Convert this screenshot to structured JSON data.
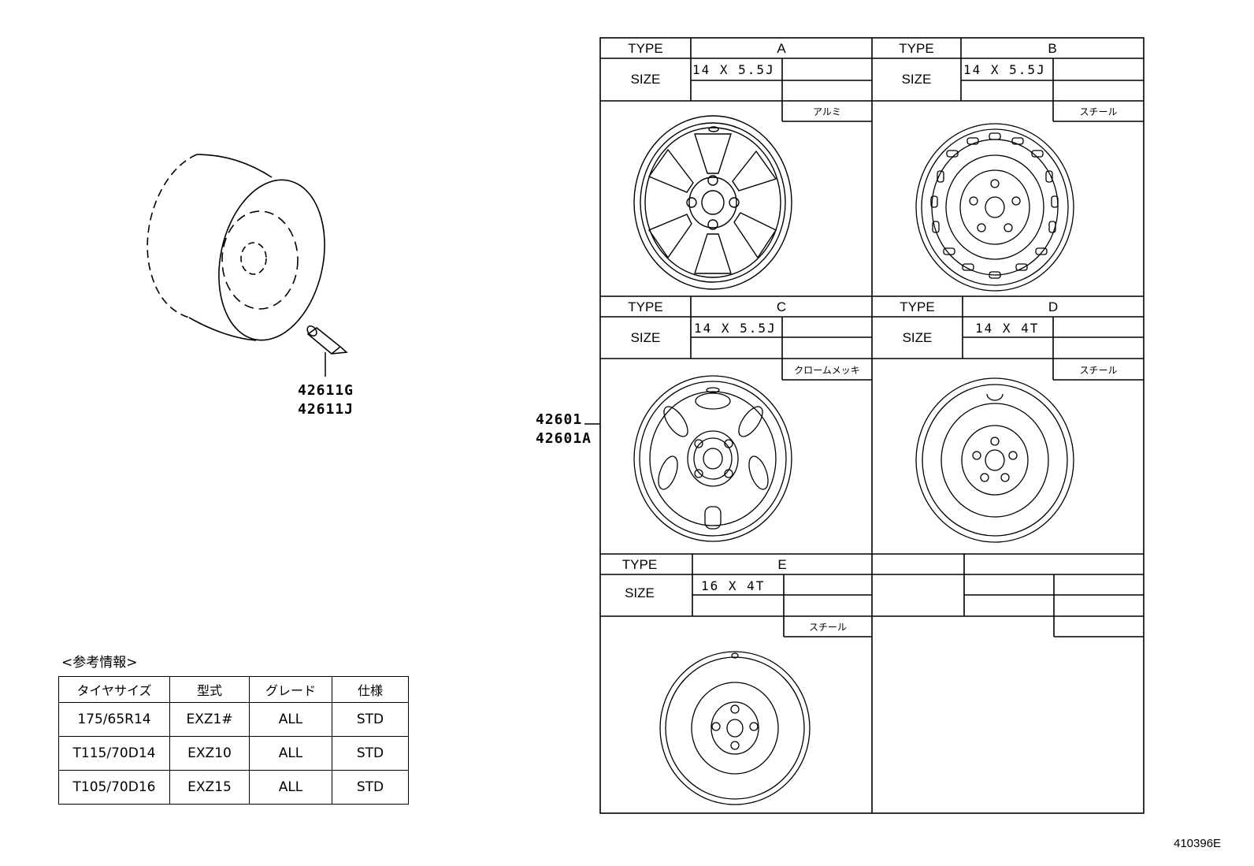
{
  "valve_parts": [
    "42611G",
    "42611J"
  ],
  "wheel_parts": [
    "42601",
    "42601A"
  ],
  "figure_code": "410396E",
  "labels": {
    "type": "TYPE",
    "size": "SIZE"
  },
  "wheels": [
    {
      "type": "A",
      "size": "14 X 5.5J",
      "material": "アルミ"
    },
    {
      "type": "B",
      "size": "14 X 5.5J",
      "material": "スチール"
    },
    {
      "type": "C",
      "size": "14 X 5.5J",
      "material": "クロームメッキ"
    },
    {
      "type": "D",
      "size": "14 X 4T",
      "material": "スチール"
    },
    {
      "type": "E",
      "size": "16 X 4T",
      "material": "スチール"
    }
  ],
  "reference": {
    "title": "<参考情報>",
    "headers": [
      "タイヤサイズ",
      "型式",
      "グレード",
      "仕様"
    ],
    "rows": [
      [
        "175/65R14",
        "EXZ1#",
        "ALL",
        "STD"
      ],
      [
        "T115/70D14",
        "EXZ10",
        "ALL",
        "STD"
      ],
      [
        "T105/70D16",
        "EXZ15",
        "ALL",
        "STD"
      ]
    ]
  }
}
